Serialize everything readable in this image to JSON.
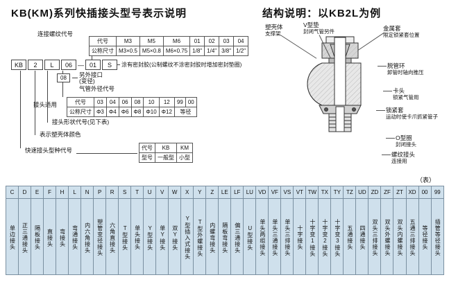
{
  "page": {
    "left_title": "KB(KM)系列快插接头型号表示说明",
    "right_title": "结构说明：以KB2L为例",
    "table_note": "（表）"
  },
  "colors": {
    "table_bg": "#cfe0ec",
    "table_border": "#7a8fa0"
  },
  "model": {
    "boxes": [
      "KB",
      "2",
      "L",
      "06",
      "—",
      "01",
      "S"
    ],
    "labels": {
      "thread_code": "连接螺纹代号",
      "sealant": "涂有密封胶(公制螺纹不涂密封胶时增加密封垫圈)",
      "extra_code": "08",
      "extra_port": "另外接口",
      "extra_port_note": "(变径)",
      "tube_od_code": "气管外径代号",
      "fitting_apply": "接头适用",
      "shape_code": "接头形状代号(见下表)",
      "body_color": "表示塑壳体颜色",
      "type_code": "快速接头型种代号"
    },
    "thread_table": {
      "rows": [
        [
          "代号",
          "M3",
          "M5",
          "M6",
          "01",
          "02",
          "03",
          "04"
        ],
        [
          "公称尺寸",
          "M3×0.5",
          "M5×0.8",
          "M6×0.75",
          "1/8\"",
          "1/4\"",
          "3/8\"",
          "1/2\""
        ]
      ]
    },
    "od_table": {
      "rows": [
        [
          "代号",
          "03",
          "04",
          "06",
          "08",
          "10",
          "12",
          "99",
          "00"
        ],
        [
          "公称尺寸",
          "Φ3",
          "Φ4",
          "Φ6",
          "Φ8",
          "Φ10",
          "Φ12",
          "等径"
        ]
      ]
    },
    "type_table": {
      "rows": [
        [
          "代号",
          "KB",
          "KM"
        ],
        [
          "型号",
          "一般型",
          "小型"
        ]
      ]
    }
  },
  "structure": {
    "callouts": [
      {
        "name": "塑壳体",
        "desc": "支撑架"
      },
      {
        "name": "V型垫",
        "desc": "封闭气管另件"
      },
      {
        "name": "金属套",
        "desc": "限定锁紧套位置"
      },
      {
        "name": "脱管环",
        "desc": "卸管时轴向推压"
      },
      {
        "name": "卡头",
        "desc": "锁紧气管用"
      },
      {
        "name": "锁紧套",
        "desc": "运动时使卡爪抓紧管子"
      },
      {
        "name": "O型圈",
        "desc": "封闭接头"
      },
      {
        "name": "螺纹接头",
        "desc": "连接用"
      }
    ]
  },
  "shape_table": {
    "codes": [
      "C",
      "D",
      "E",
      "F",
      "H",
      "L",
      "N",
      "P",
      "R",
      "S",
      "T",
      "U",
      "V",
      "W",
      "X",
      "Y",
      "Z",
      "LE",
      "LF",
      "LU",
      "VD",
      "VF",
      "VS",
      "VT",
      "TW",
      "TX",
      "TY",
      "TZ",
      "UD",
      "ZD",
      "ZF",
      "ZT",
      "XD",
      "00",
      "99"
    ],
    "names": [
      "单边接头",
      "正三通接头",
      "隔板接头",
      "直接头",
      "弯接头",
      "弯通接头",
      "内六角接头",
      "塑管变径接头",
      "六角直接头",
      "T型接头",
      "单头接头",
      "Y型接头",
      "单Y接头",
      "双Y接头",
      "Y型插入式接头",
      "T型外螺接头",
      "内螺弯接头",
      "隔板弯接头",
      "偏三通接头",
      "U型接头",
      "单头两组接头",
      "单头三通接头",
      "单头三排接头",
      "十字接头",
      "十字变1接头",
      "十字变2接头",
      "十字变3接头",
      "五通接头",
      "四通接头",
      "双头三排接头",
      "双头外螺接头",
      "双头内螺接头",
      "五通三排接头",
      "等径接头",
      "插管等径接头"
    ]
  }
}
